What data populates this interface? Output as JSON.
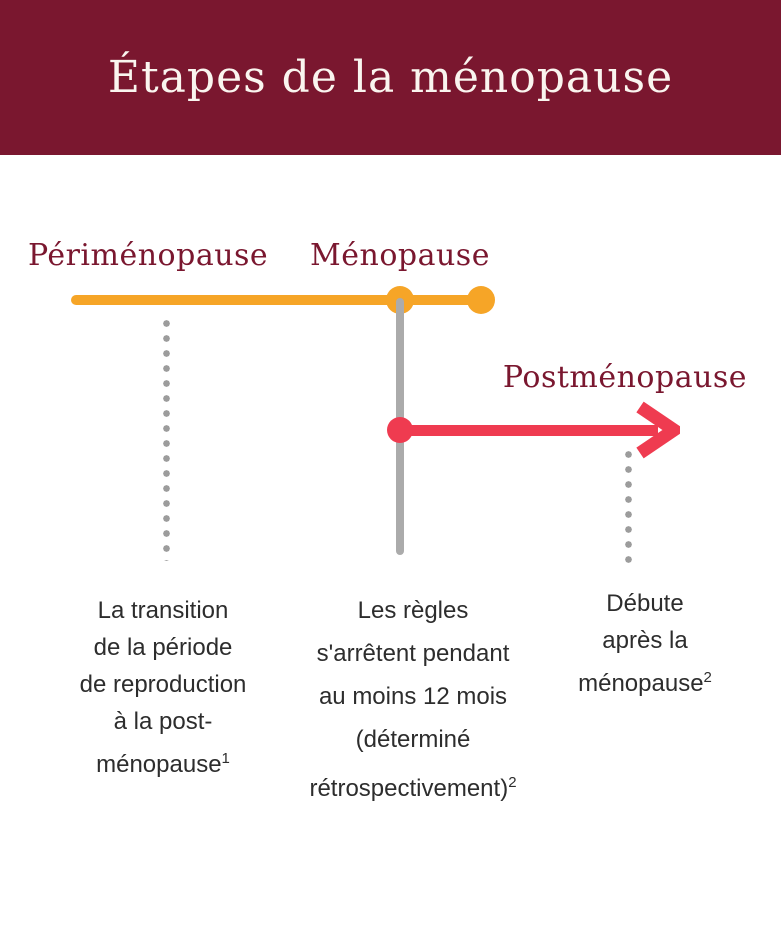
{
  "header": {
    "title": "Étapes de la ménopause"
  },
  "timeline": {
    "stages": [
      {
        "label": "Périménopause",
        "description_lines": [
          "La transition",
          "de la période",
          "de reproduction",
          "à la post-",
          "ménopause"
        ],
        "footnote": "1"
      },
      {
        "label": "Ménopause",
        "description_lines": [
          "Les règles",
          "s'arrêtent pendant",
          "au moins 12 mois",
          "(déterminé",
          "rétrospectivement)"
        ],
        "footnote": "2"
      },
      {
        "label": "Postménopause",
        "description_lines": [
          "Débute",
          "après la",
          "ménopause"
        ],
        "footnote": "2"
      }
    ]
  },
  "colors": {
    "banner_maroon": "#7A172F",
    "perimenopause_orange": "#F6A527",
    "postmenopause_red": "#EF3B50",
    "connector_gray": "#ABABAB",
    "dotted_gray": "#9C9C9C",
    "body_text": "#2D2D2D",
    "title_text": "#FAF5EF"
  }
}
